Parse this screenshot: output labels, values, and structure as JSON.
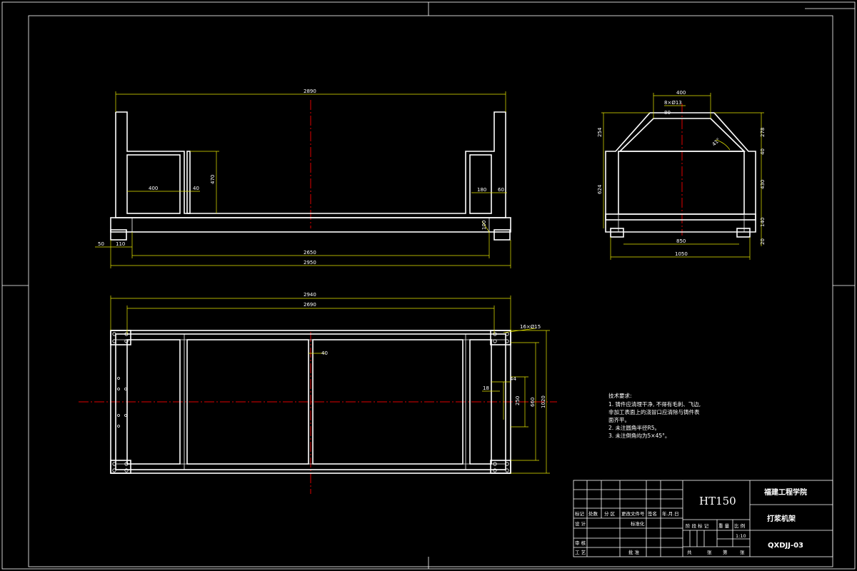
{
  "front_view": {
    "dim_top": "2890",
    "dim_470": "470",
    "dim_400": "400",
    "dim_40": "40",
    "dim_180": "180",
    "dim_60": "60",
    "dim_100": "100",
    "dim_50": "50",
    "dim_110": "110",
    "dim_2650": "2650",
    "dim_2950": "2950"
  },
  "side_view": {
    "dim_400": "400",
    "dim_holes": "8×Ø13",
    "dim_80": "80",
    "dim_254": "254",
    "dim_278": "278",
    "dim_angle": "41°",
    "dim_40": "40",
    "dim_624": "624",
    "dim_430": "430",
    "dim_140": "140",
    "dim_20": "20",
    "dim_850": "850",
    "dim_1050": "1050"
  },
  "plan_view": {
    "dim_2940": "2940",
    "dim_2690": "2690",
    "dim_holes": "16×Ø15",
    "dim_40": "40",
    "dim_44": "44",
    "dim_18": "18",
    "dim_250": "250",
    "dim_660": "660",
    "dim_1020": "1020"
  },
  "tech_notes": {
    "title": "技术要求:",
    "line1": "1. 铸件应清理干净, 不得有毛刺、飞边,",
    "line2": "非加工表面上的浇冒口应清除与铸件表",
    "line3": "面齐平。",
    "line4": "2. 未注圆角半径R5。",
    "line5": "3. 未注倒角均为5×45°。"
  },
  "title_block": {
    "material": "HT150",
    "school": "福建工程学院",
    "part_name": "打浆机架",
    "drawing_no": "QXDJJ-03",
    "scale": "1:10",
    "headers": {
      "h1": "标记",
      "h2": "处数",
      "h3": "分 区",
      "h4": "更改文件号",
      "h5": "签名",
      "h6": "年.月.日"
    },
    "rows": {
      "design": "设 计",
      "standard": "标准化",
      "check": "审 核",
      "process": "工 艺",
      "approve": "批 准"
    },
    "stage_labels": {
      "a": "阶 段 标 记",
      "b": "重 量",
      "c": "比 例"
    },
    "sheet": {
      "a": "共",
      "b": "张",
      "c": "第",
      "d": "张"
    }
  }
}
